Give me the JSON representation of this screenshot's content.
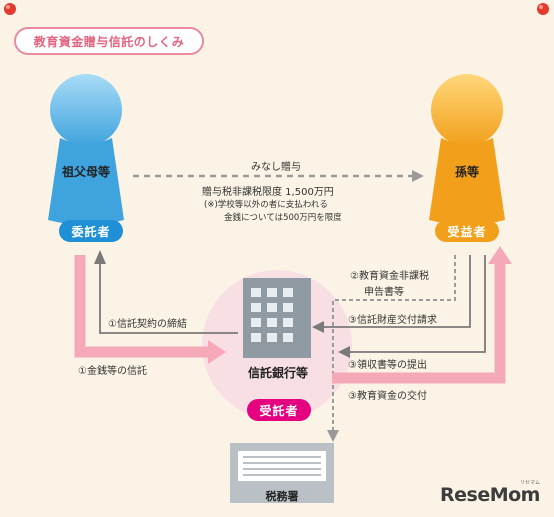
{
  "title": "教育資金贈与信託のしくみ",
  "grandparent": {
    "name": "祖父母等",
    "role": "委託者"
  },
  "grandchild": {
    "name": "孫等",
    "role": "受益者"
  },
  "bank": {
    "name": "信託銀行等",
    "role": "受託者"
  },
  "tax_office": {
    "name": "税務署"
  },
  "gift_arrow": {
    "label": "みなし贈与",
    "limit": "贈与税非課税限度 1,500万円",
    "note1": "(※)学校等以外の者に支払われる",
    "note2": "金銭については500万円を限度"
  },
  "flows": {
    "contract": "①信託契約の締結",
    "money_trust": "①金銭等の信託",
    "declaration1": "②教育資金非課税",
    "declaration2": "申告書等",
    "payment_request": "③信託財産交付請求",
    "receipt": "③領収書等の提出",
    "delivery": "③教育資金の交付"
  },
  "logo": {
    "text": "ReseMom",
    "ruby": "リセマム"
  },
  "colors": {
    "blue": "#3fa3de",
    "orange": "#f2a01c",
    "pink": "#e4007f",
    "pink_arrow": "#f5a9b8",
    "gray": "#9a9a9a",
    "building": "#8f9aa3"
  }
}
